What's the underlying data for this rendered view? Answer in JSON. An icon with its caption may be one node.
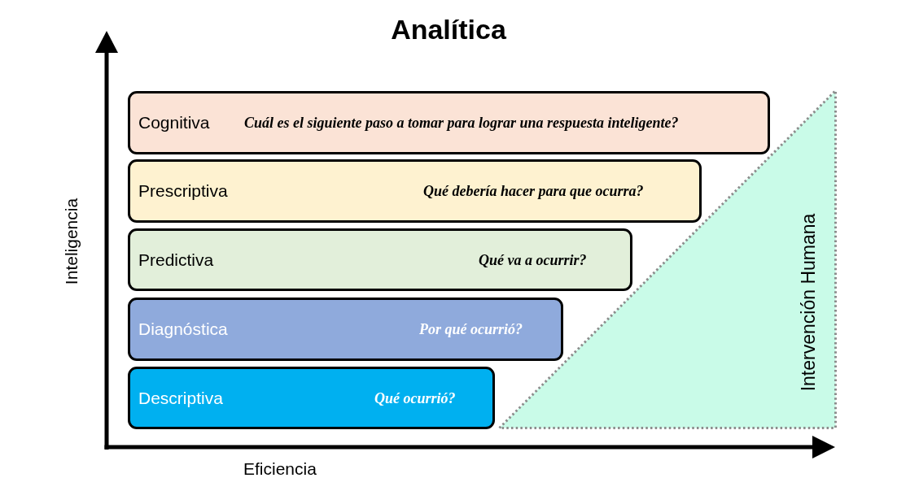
{
  "diagram": {
    "title": "Analítica",
    "nodes": [
      {
        "text": [
          "Cognitiva",
          "Cuál es el siguiente paso a tomar para lograr una respuesta inteligente?"
        ]
      },
      {
        "text": [
          "Prescriptiva",
          "Qué debería hacer para que ocurra?"
        ]
      },
      {
        "text": [
          "Predictiva",
          "Qué va a ocurrir?"
        ]
      },
      {
        "text": [
          "Diagnóstica",
          "Por qué ocurrió?"
        ]
      },
      {
        "text": [
          "Descriptiva",
          "Qué ocurrió?"
        ]
      },
      {
        "text": [
          "Intervención Humana"
        ]
      }
    ],
    "labels": [
      "Inteligencia",
      "Eficiencia"
    ]
  }
}
